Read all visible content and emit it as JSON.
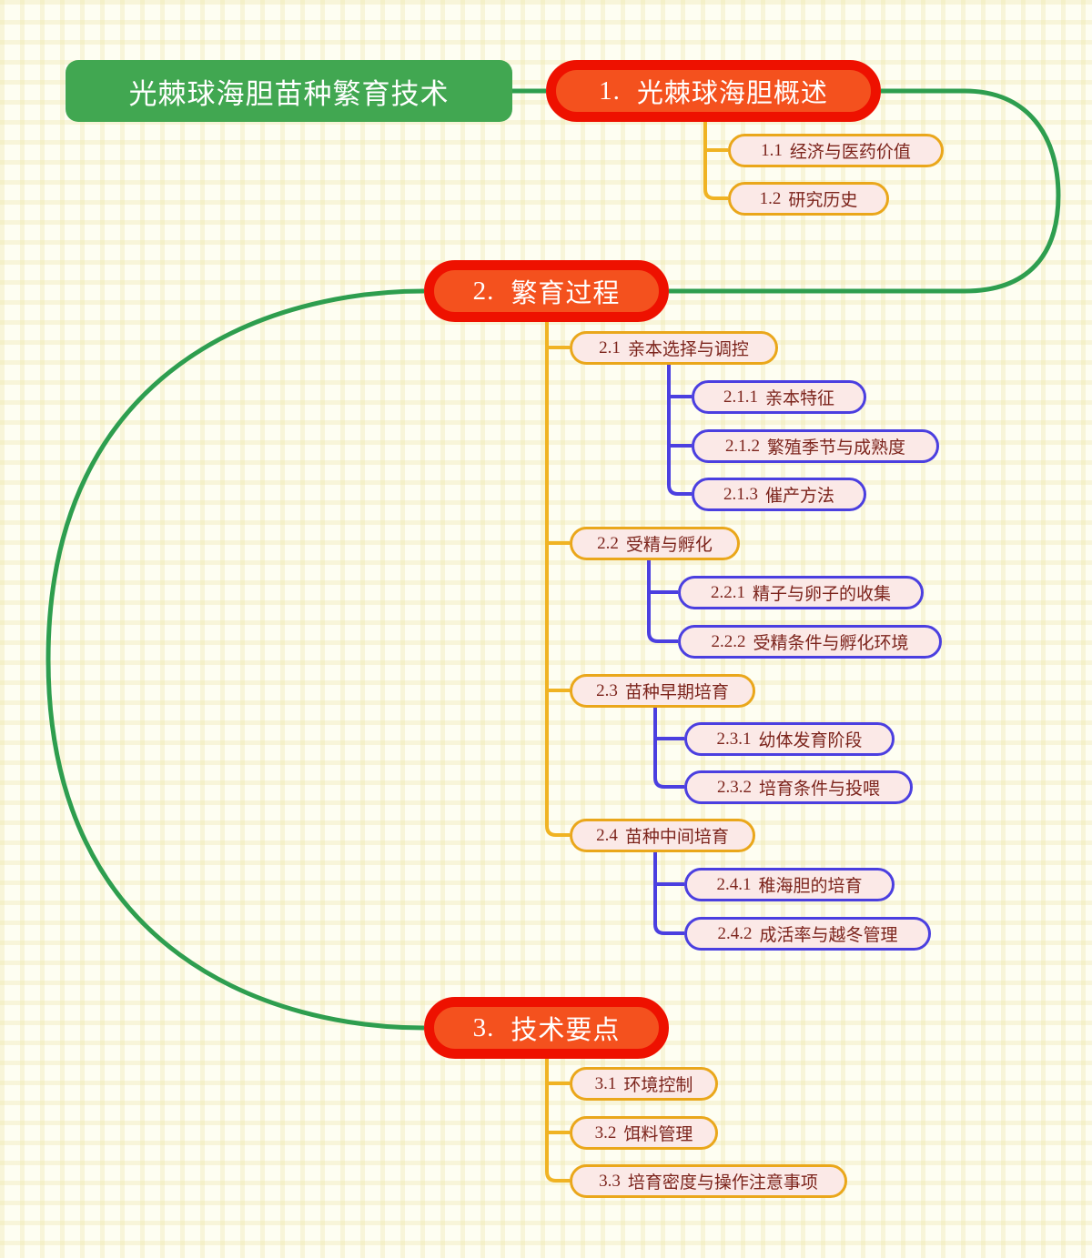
{
  "theme": {
    "background": "#fefef2",
    "grid_line": "#ece2a0",
    "root_fill": "#41a751",
    "root_text": "#ffffff",
    "level1_fill": "#f4511e",
    "level1_border": "#ee1100",
    "level1_text": "#ffffff",
    "level2_fill": "#fbe9e7",
    "level2_border": "#eaa71b",
    "level2_text": "#7c241c",
    "level3_fill": "#fbe9e7",
    "level3_border": "#4b3fe0",
    "level3_text": "#7c241c",
    "trunk_edge_color": "#2e9e4f",
    "branch_edge_color": "#f0b323",
    "subbranch_edge_color": "#4b3fe0"
  },
  "root": {
    "label": "光棘球海胆苗种繁育技术"
  },
  "branches": [
    {
      "num": "1.",
      "label": "光棘球海胆概述",
      "children": [
        {
          "num": "1.1",
          "label": "经济与医药价值",
          "children": []
        },
        {
          "num": "1.2",
          "label": "研究历史",
          "children": []
        }
      ]
    },
    {
      "num": "2.",
      "label": "繁育过程",
      "children": [
        {
          "num": "2.1",
          "label": "亲本选择与调控",
          "children": [
            {
              "num": "2.1.1",
              "label": "亲本特征"
            },
            {
              "num": "2.1.2",
              "label": "繁殖季节与成熟度"
            },
            {
              "num": "2.1.3",
              "label": "催产方法"
            }
          ]
        },
        {
          "num": "2.2",
          "label": "受精与孵化",
          "children": [
            {
              "num": "2.2.1",
              "label": "精子与卵子的收集"
            },
            {
              "num": "2.2.2",
              "label": "受精条件与孵化环境"
            }
          ]
        },
        {
          "num": "2.3",
          "label": "苗种早期培育",
          "children": [
            {
              "num": "2.3.1",
              "label": "幼体发育阶段"
            },
            {
              "num": "2.3.2",
              "label": "培育条件与投喂"
            }
          ]
        },
        {
          "num": "2.4",
          "label": "苗种中间培育",
          "children": [
            {
              "num": "2.4.1",
              "label": "稚海胆的培育"
            },
            {
              "num": "2.4.2",
              "label": "成活率与越冬管理"
            }
          ]
        }
      ]
    },
    {
      "num": "3.",
      "label": "技术要点",
      "children": [
        {
          "num": "3.1",
          "label": "环境控制",
          "children": []
        },
        {
          "num": "3.2",
          "label": "饵料管理",
          "children": []
        },
        {
          "num": "3.3",
          "label": "培育密度与操作注意事项",
          "children": []
        }
      ]
    }
  ]
}
